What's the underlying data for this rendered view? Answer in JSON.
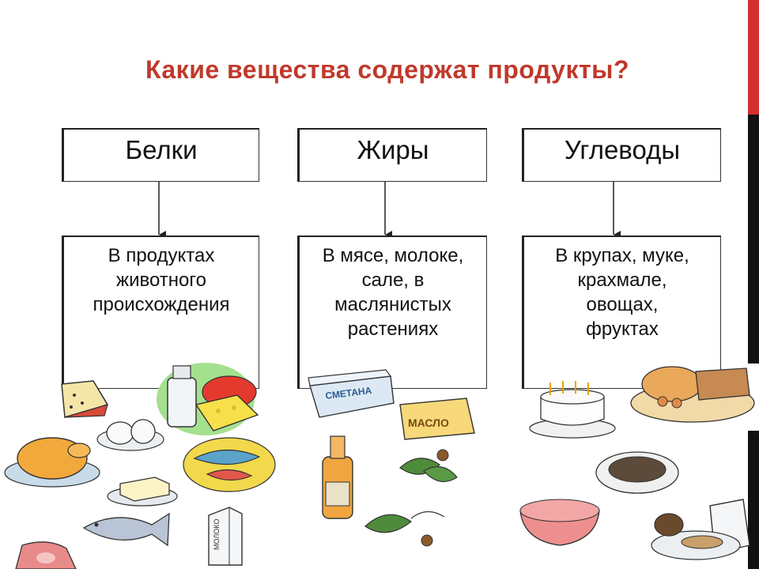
{
  "title": "Какие вещества содержат продукты?",
  "columns": [
    {
      "heading": "Белки",
      "description": "В продуктах\nживотного\nпроисхождения"
    },
    {
      "heading": "Жиры",
      "description": "В мясе, молоке,\nсале, в\nмаслянистых\nрастениях"
    },
    {
      "heading": "Углеводы",
      "description": "В крупах, муке,\nкрахмале,\nовощах,\nфруктах"
    }
  ],
  "labels": {
    "smetana": "СМЕТАНА",
    "maslo": "МАСЛО",
    "moloko": "МОЛОКО"
  },
  "colors": {
    "title": "#c0392b",
    "accent_red": "#d32f2f",
    "accent_black": "#111111"
  }
}
